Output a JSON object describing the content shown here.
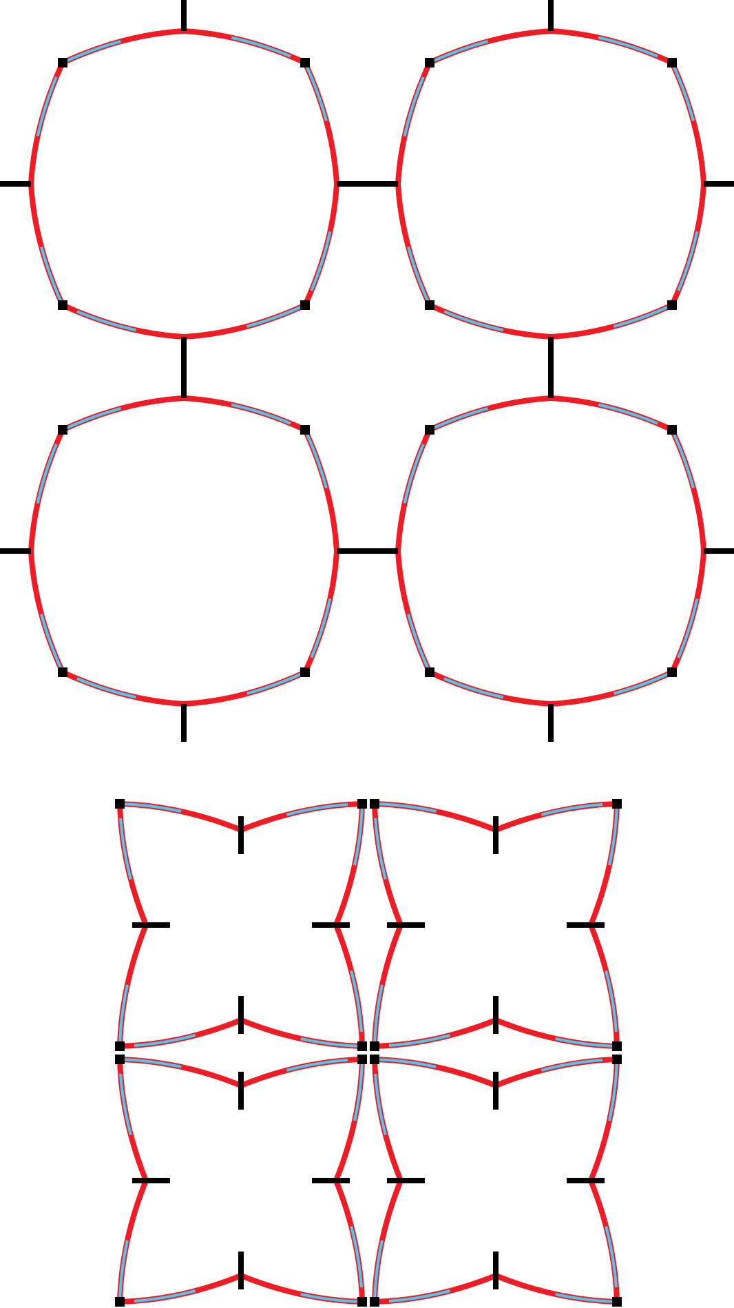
{
  "colors": {
    "background": "#ffffff",
    "outer_stroke": "#ee1c25",
    "inner_stroke": "#4fc8f0",
    "connector": "#000000"
  },
  "panels": [
    {
      "id": "expanded",
      "description_label": "",
      "cell_shape": "convex",
      "rows": 2,
      "cols": 2,
      "corner_marker": "square",
      "edge_marker": "bar"
    },
    {
      "id": "contracted",
      "description_label": "",
      "cell_shape": "concave",
      "rows": 2,
      "cols": 2,
      "corner_marker": "square",
      "edge_marker": "bar"
    }
  ]
}
